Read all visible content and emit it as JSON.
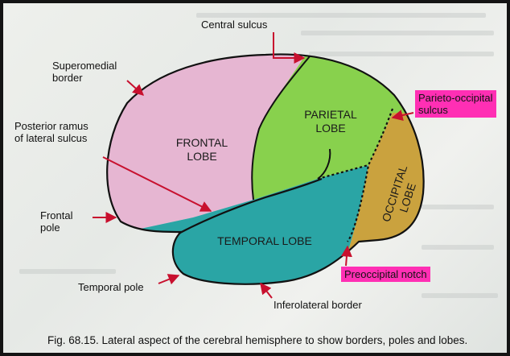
{
  "labels": {
    "central_sulcus": "Central sulcus",
    "superomedial_border": "Superomedial\nborder",
    "posterior_ramus": "Posterior ramus\nof lateral sulcus",
    "frontal_pole": "Frontal\npole",
    "temporal_pole": "Temporal pole",
    "inferolateral_border": "Inferolateral border",
    "parieto_occipital": "Parieto-occipital\nsulcus",
    "preoccipital_notch": "Preoccipital notch"
  },
  "lobes": {
    "frontal": "FRONTAL\nLOBE",
    "parietal": "PARIETAL\nLOBE",
    "occipital": "OCCIPITAL\nLOBE",
    "temporal": "TEMPORAL LOBE"
  },
  "caption": "Fig. 68.15. Lateral aspect of the cerebral hemisphere to show borders, poles and lobes.",
  "colors": {
    "frontal": "#e6b6d2",
    "parietal": "#88d14d",
    "occipital": "#caa23e",
    "temporal": "#2aa5a5",
    "arrow": "#c8102e",
    "highlight": "#ff2fb4"
  }
}
